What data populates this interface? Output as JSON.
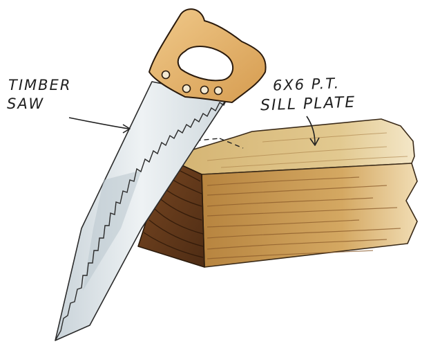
{
  "labels": {
    "saw_line1": "TIMBER",
    "saw_line2": "SAW",
    "sill_line1": "6X6 P.T.",
    "sill_line2": "SILL PLATE"
  },
  "colors": {
    "handle": "#e3b26a",
    "blade": "#dfe6ea",
    "timber_top": "#d8bb7c",
    "timber_side": "#c79a55",
    "end_grain": "#6b3f1e",
    "ink": "#1f1f1f"
  },
  "icons": {
    "saw": "saw-icon",
    "timber": "timber-beam-icon"
  }
}
